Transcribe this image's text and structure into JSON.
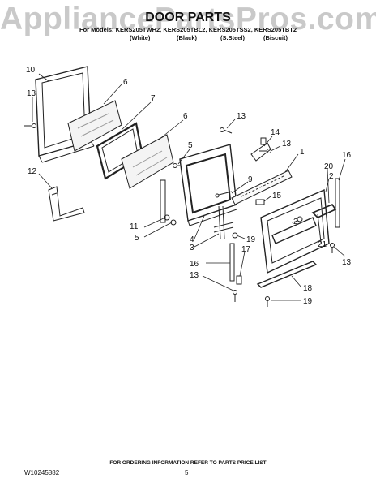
{
  "watermark": "AppliancePartsPros.com",
  "title": "DOOR PARTS",
  "models_line": "For Models: KERS205TWH2, KERS205TBL2, KERS205TSS2, KERS205TBT2",
  "variants": [
    "(White)",
    "(Black)",
    "(S.Steel)",
    "(Biscuit)"
  ],
  "callouts": {
    "c10": "10",
    "c13a": "13",
    "c6a": "6",
    "c7": "7",
    "c6b": "6",
    "c13b": "13",
    "c14": "14",
    "c13c": "13",
    "c5a": "5",
    "c1": "1",
    "c16a": "16",
    "c12": "12",
    "c9": "9",
    "c20": "20",
    "c2a": "2",
    "c15": "15",
    "c2b": "2",
    "c11": "11",
    "c5b": "5",
    "c4": "4",
    "c3": "3",
    "c19a": "19",
    "c21": "21",
    "c17": "17",
    "c13d": "13",
    "c16b": "16",
    "c13e": "13",
    "c18": "18",
    "c19b": "19"
  },
  "footer_info": "FOR ORDERING INFORMATION REFER TO PARTS PRICE LIST",
  "doc_number": "W10245882",
  "page_number": "5"
}
